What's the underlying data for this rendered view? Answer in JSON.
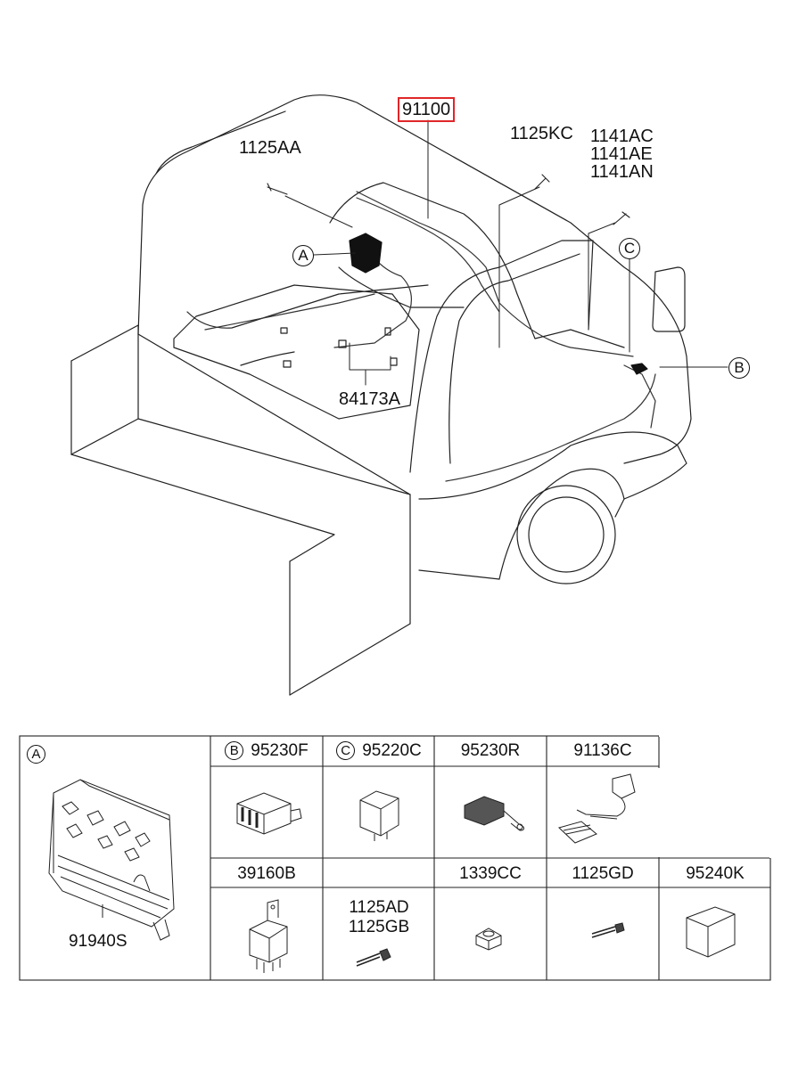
{
  "diagram": {
    "main_part": "91100",
    "labels": {
      "bolt_left": "1125AA",
      "bolt_top": "1125KC",
      "bolt_right": [
        "1141AC",
        "1141AE",
        "1141AN"
      ],
      "floor_clip": "84173A"
    },
    "callouts": {
      "a": "A",
      "b": "B",
      "c": "C"
    }
  },
  "parts_table": {
    "cell_a": {
      "letter": "A",
      "part": "91940S"
    },
    "row1": [
      {
        "letter": "B",
        "part": "95230F"
      },
      {
        "letter": "C",
        "part": "95220C"
      },
      {
        "letter": "",
        "part": "95230R"
      },
      {
        "letter": "",
        "part": "91136C"
      }
    ],
    "row2": [
      {
        "part": "39160B"
      },
      {
        "part": "",
        "inner": [
          "1125AD",
          "1125GB"
        ]
      },
      {
        "part": "1339CC"
      },
      {
        "part": "1125GD"
      },
      {
        "part": "95240K"
      }
    ]
  }
}
